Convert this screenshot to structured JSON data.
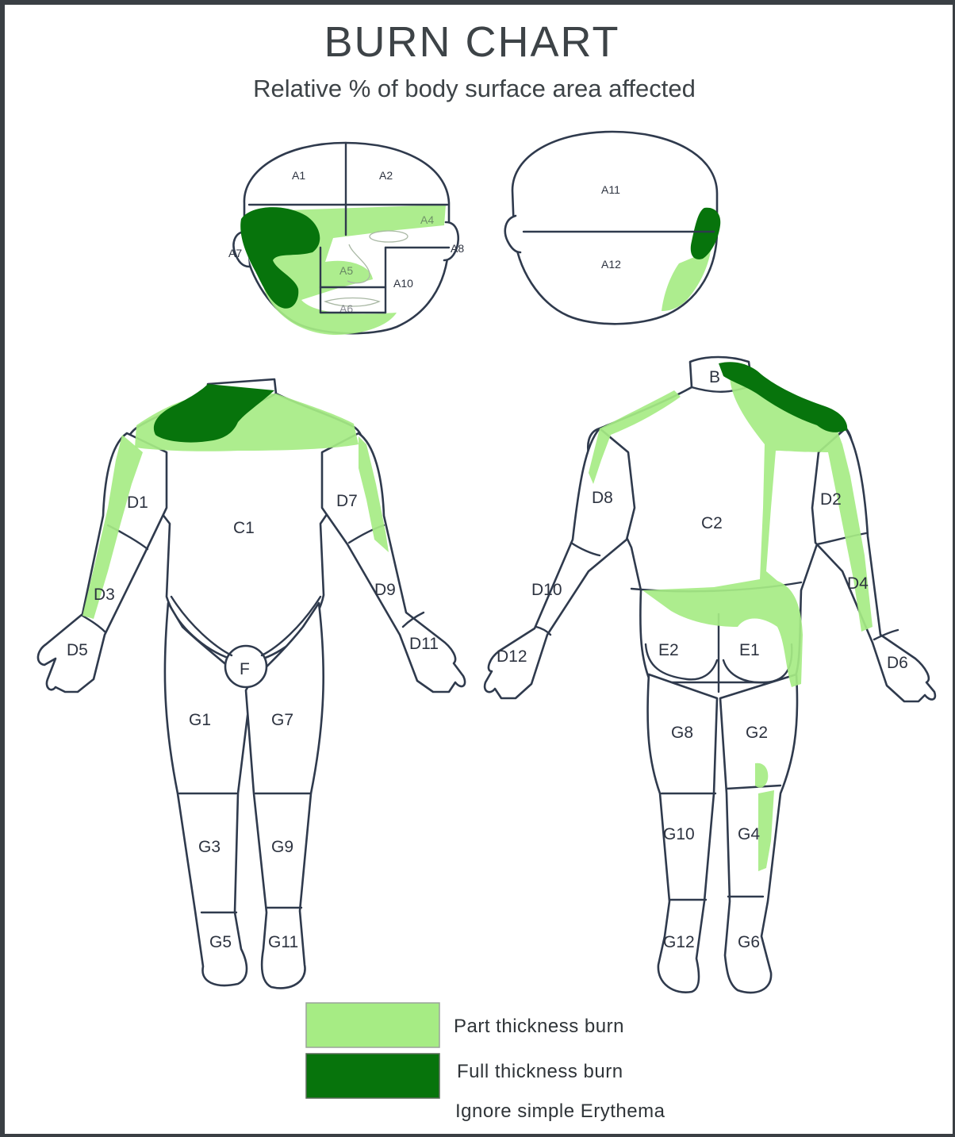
{
  "title": "BURN CHART",
  "subtitle": "Relative % of body surface area affected",
  "colors": {
    "part_thickness": "#a6ec84",
    "full_thickness": "#07740c",
    "outline": "#2f3a4d"
  },
  "head_labels": {
    "a1": "A1",
    "a2": "A2",
    "a4": "A4",
    "a5": "A5",
    "a6": "A6",
    "a7": "A7",
    "a8": "A8",
    "a10": "A10",
    "a11": "A11",
    "a12": "A12"
  },
  "front_labels": {
    "c1": "C1",
    "d1": "D1",
    "d3": "D3",
    "d5": "D5",
    "d7": "D7",
    "d9": "D9",
    "d11": "D11",
    "f": "F",
    "g1": "G1",
    "g7": "G7",
    "g3": "G3",
    "g9": "G9",
    "g5": "G5",
    "g11": "G11"
  },
  "back_labels": {
    "b": "B",
    "c2": "C2",
    "d2": "D2",
    "d4": "D4",
    "d6": "D6",
    "d8": "D8",
    "d10": "D10",
    "d12": "D12",
    "e1": "E1",
    "e2": "E2",
    "g2": "G2",
    "g8": "G8",
    "g4": "G4",
    "g10": "G10",
    "g6": "G6",
    "g12": "G12"
  },
  "legend": {
    "part_label": "Part thickness burn",
    "full_label": "Full thickness burn",
    "note": "Ignore simple Erythema"
  }
}
